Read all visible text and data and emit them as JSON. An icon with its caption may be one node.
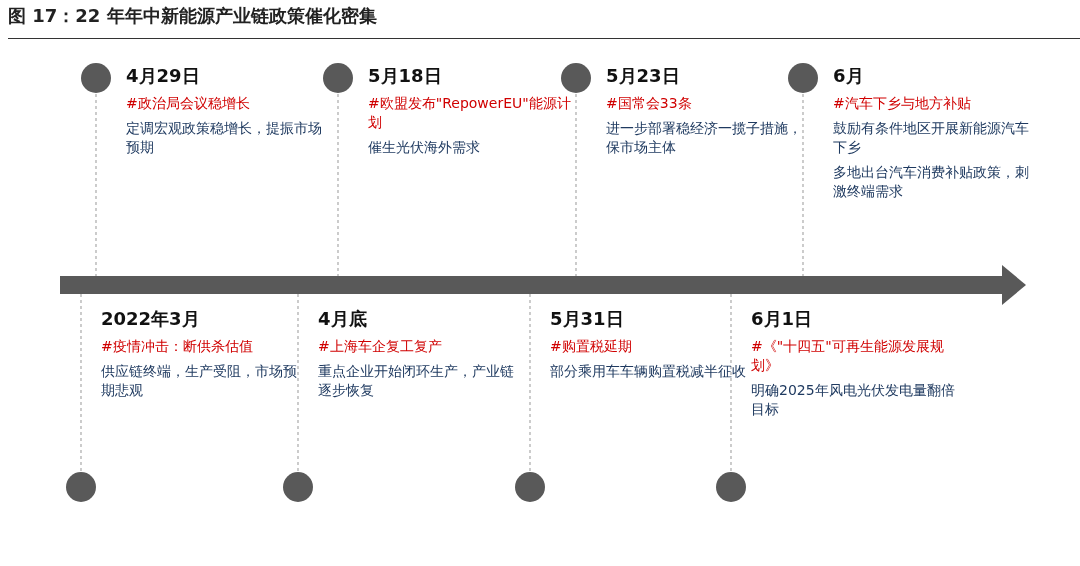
{
  "diagram": {
    "title": "图 17：22 年年中新能源产业链政策催化密集",
    "nodes": [
      {
        "text": [
          "2022年3月",
          "#疫情冲击：断供杀估值",
          "供应链终端，生产受阻，市场预期悲观"
        ]
      },
      {
        "text": [
          "4月29日",
          "#政治局会议稳增长",
          "定调宏观政策稳增长，提振市场预期"
        ]
      },
      {
        "text": [
          "4月底",
          "#上海车企复工复产",
          "重点企业开始闭环生产，产业链逐步恢复"
        ]
      },
      {
        "text": [
          "5月18日",
          "#欧盟发布\"RepowerEU\"能源计划",
          "催生光伏海外需求"
        ]
      },
      {
        "text": [
          "5月23日",
          "#国常会33条",
          "进一步部署稳经济一揽子措施，保市场主体"
        ]
      },
      {
        "text": [
          "5月31日",
          "#购置税延期",
          "部分乘用车车辆购置税减半征收"
        ]
      },
      {
        "text": [
          "6月1日",
          "#《\"十四五\"可再生能源发展规划》",
          "明确2025年风电光伏发电量翻倍目标"
        ]
      },
      {
        "text": [
          "6月",
          "#汽车下乡与地方补贴",
          "鼓励有条件地区开展新能源汽车下乡",
          "多地出台汽车消费补贴政策，刺激终端需求"
        ]
      }
    ],
    "edges": []
  }
}
